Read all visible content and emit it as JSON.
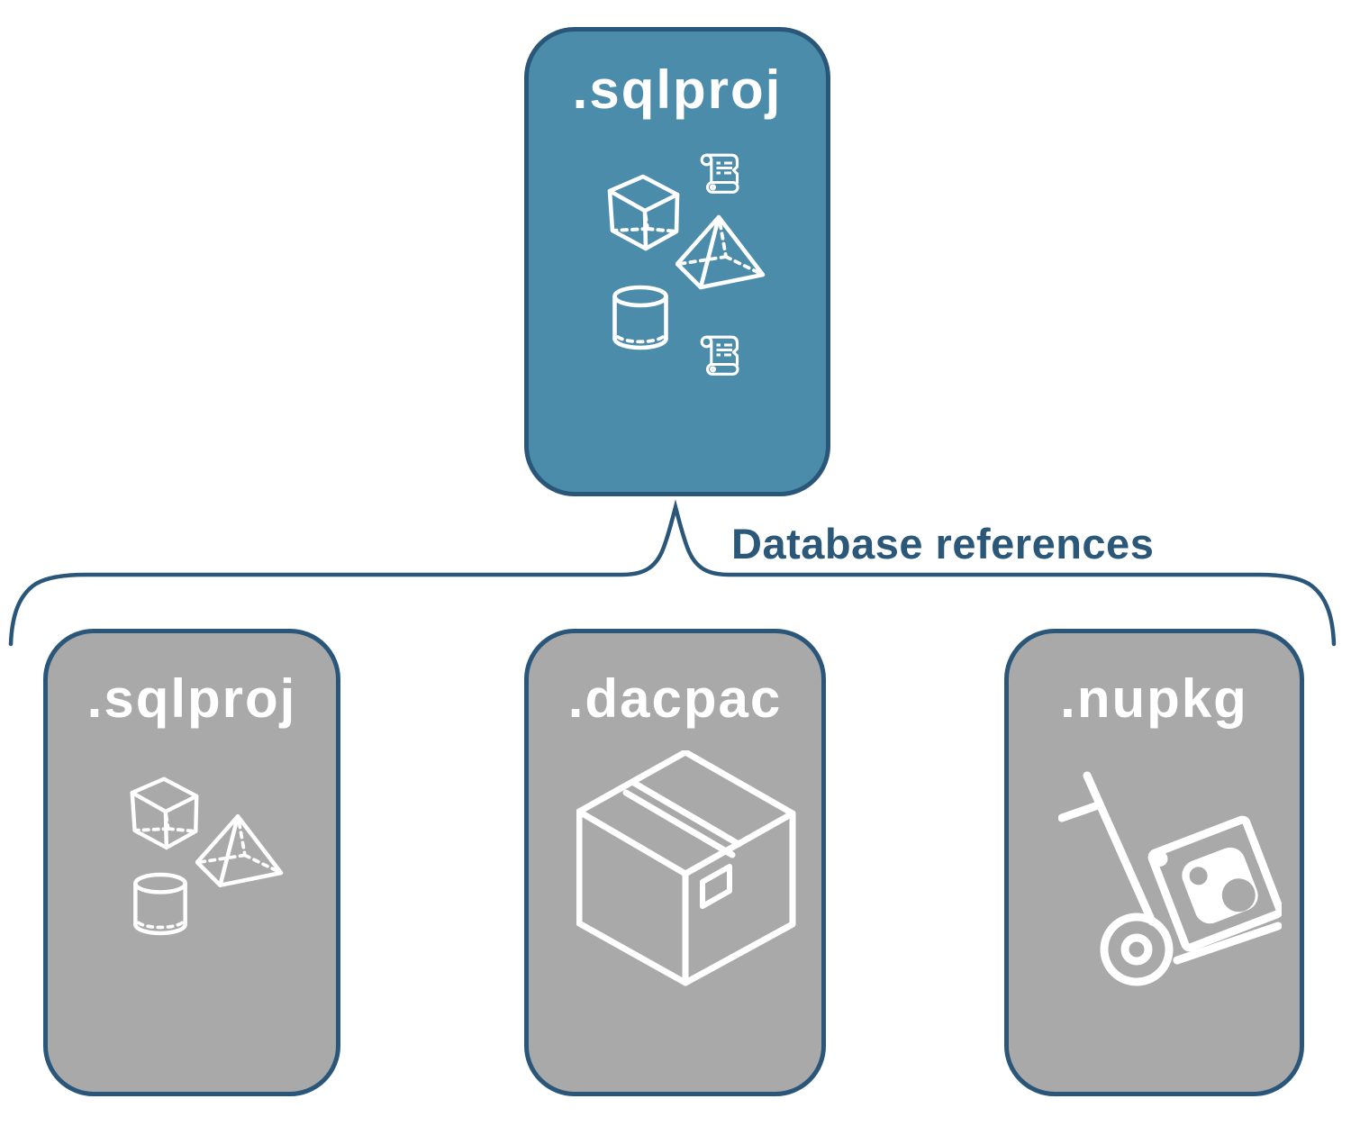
{
  "diagram": {
    "description": "SQL project database references diagram",
    "colors": {
      "root_node_fill": "#4B8CAA",
      "outline_navy": "#2A567A",
      "child_node_fill": "#A9A9A9",
      "icon_white": "#FFFFFF",
      "background": "#FFFFFF"
    },
    "root_node": {
      "label": ".sqlproj",
      "icons": [
        "scroll-icon",
        "cube-icon",
        "pyramid-icon",
        "cylinder-icon",
        "scroll-icon"
      ]
    },
    "connector": {
      "type": "curly-brace",
      "label": "Database references"
    },
    "child_nodes": [
      {
        "label": ".sqlproj",
        "icons": [
          "cube-icon",
          "pyramid-icon",
          "cylinder-icon"
        ]
      },
      {
        "label": ".dacpac",
        "icons": [
          "package-box-icon"
        ]
      },
      {
        "label": ".nupkg",
        "icons": [
          "nuget-handtruck-icon"
        ]
      }
    ]
  }
}
